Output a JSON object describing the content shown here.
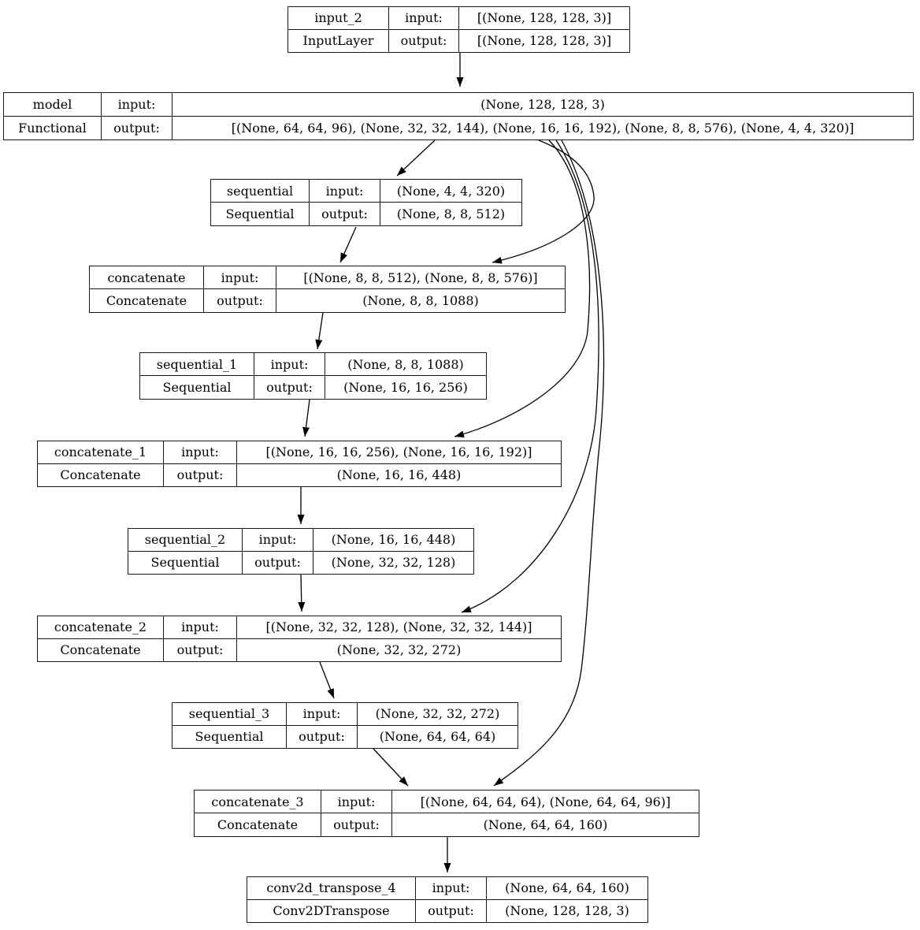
{
  "diagram": {
    "kind": "keras-model-architecture-graph",
    "io_labels": {
      "input": "input:",
      "output": "output:"
    },
    "nodes": [
      {
        "name": "input_2",
        "type": "InputLayer",
        "input_shape": "[(None, 128, 128, 3)]",
        "output_shape": "[(None, 128, 128, 3)]"
      },
      {
        "name": "model",
        "type": "Functional",
        "input_shape": "(None, 128, 128, 3)",
        "output_shape": "[(None, 64, 64, 96), (None, 32, 32, 144), (None, 16, 16, 192), (None, 8, 8, 576), (None, 4, 4, 320)]"
      },
      {
        "name": "sequential",
        "type": "Sequential",
        "input_shape": "(None, 4, 4, 320)",
        "output_shape": "(None, 8, 8, 512)"
      },
      {
        "name": "concatenate",
        "type": "Concatenate",
        "input_shape": "[(None, 8, 8, 512), (None, 8, 8, 576)]",
        "output_shape": "(None, 8, 8, 1088)"
      },
      {
        "name": "sequential_1",
        "type": "Sequential",
        "input_shape": "(None, 8, 8, 1088)",
        "output_shape": "(None, 16, 16, 256)"
      },
      {
        "name": "concatenate_1",
        "type": "Concatenate",
        "input_shape": "[(None, 16, 16, 256), (None, 16, 16, 192)]",
        "output_shape": "(None, 16, 16, 448)"
      },
      {
        "name": "sequential_2",
        "type": "Sequential",
        "input_shape": "(None, 16, 16, 448)",
        "output_shape": "(None, 32, 32, 128)"
      },
      {
        "name": "concatenate_2",
        "type": "Concatenate",
        "input_shape": "[(None, 32, 32, 128), (None, 32, 32, 144)]",
        "output_shape": "(None, 32, 32, 272)"
      },
      {
        "name": "sequential_3",
        "type": "Sequential",
        "input_shape": "(None, 32, 32, 272)",
        "output_shape": "(None, 64, 64, 64)"
      },
      {
        "name": "concatenate_3",
        "type": "Concatenate",
        "input_shape": "[(None, 64, 64, 64), (None, 64, 64, 96)]",
        "output_shape": "(None, 64, 64, 160)"
      },
      {
        "name": "conv2d_transpose_4",
        "type": "Conv2DTranspose",
        "input_shape": "(None, 64, 64, 160)",
        "output_shape": "(None, 128, 128, 3)"
      }
    ],
    "edges": [
      {
        "from": "input_2",
        "to": "model"
      },
      {
        "from": "model",
        "to": "sequential"
      },
      {
        "from": "sequential",
        "to": "concatenate"
      },
      {
        "from": "model",
        "to": "concatenate"
      },
      {
        "from": "concatenate",
        "to": "sequential_1"
      },
      {
        "from": "sequential_1",
        "to": "concatenate_1"
      },
      {
        "from": "model",
        "to": "concatenate_1"
      },
      {
        "from": "concatenate_1",
        "to": "sequential_2"
      },
      {
        "from": "sequential_2",
        "to": "concatenate_2"
      },
      {
        "from": "model",
        "to": "concatenate_2"
      },
      {
        "from": "concatenate_2",
        "to": "sequential_3"
      },
      {
        "from": "sequential_3",
        "to": "concatenate_3"
      },
      {
        "from": "model",
        "to": "concatenate_3"
      },
      {
        "from": "concatenate_3",
        "to": "conv2d_transpose_4"
      }
    ],
    "edge_color": "#000000",
    "node_border_color": "#000000",
    "background_color": "#ffffff"
  }
}
